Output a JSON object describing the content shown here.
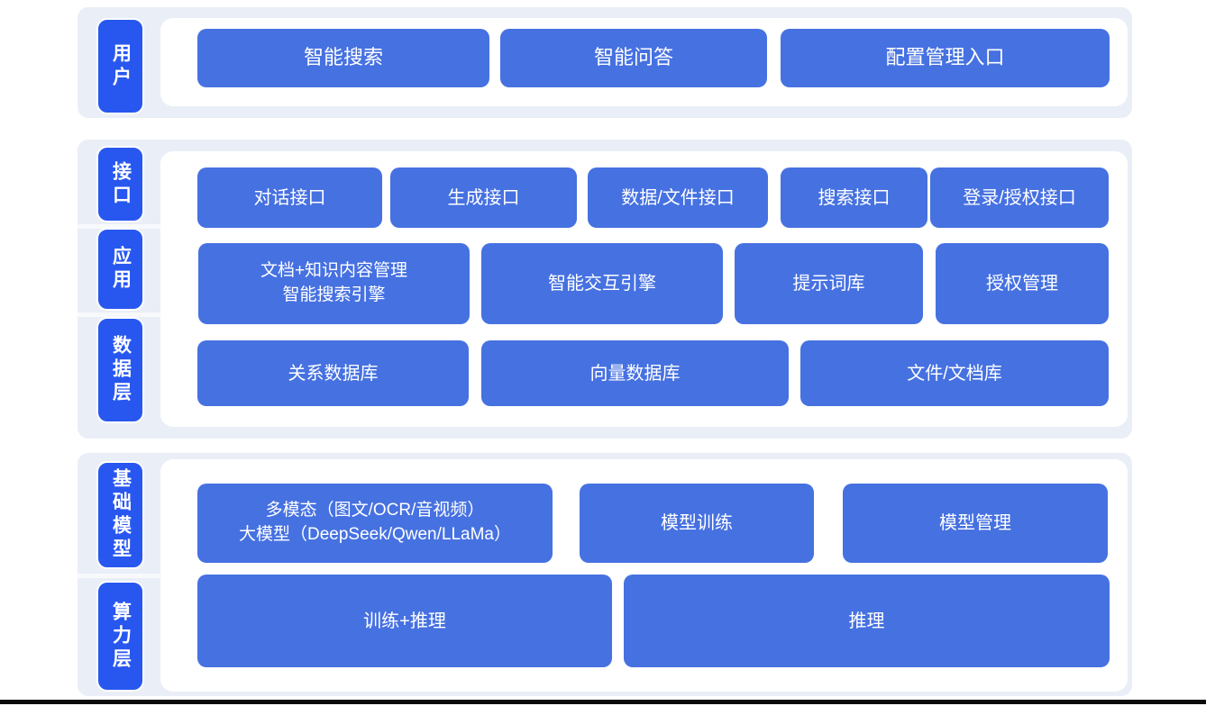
{
  "colors": {
    "tab_blue": "#2857f0",
    "box_blue": "#4671e1",
    "section_bg": "#e9eef7"
  },
  "layers": {
    "user": {
      "label": "用户",
      "smart_search": "智能搜索",
      "smart_qa": "智能问答",
      "config_entry": "配置管理入口"
    },
    "interface": {
      "label": "接口",
      "dialog_api": "对话接口",
      "generation_api": "生成接口",
      "data_file_api": "数据/文件接口",
      "search_api": "搜索接口",
      "login_auth_api": "登录/授权接口"
    },
    "application": {
      "label": "应用",
      "doc_knowledge_search_engine": "文档+知识内容管理\n智能搜索引擎",
      "interaction_engine": "智能交互引擎",
      "prompt_library": "提示词库",
      "auth_management": "授权管理"
    },
    "data_layer": {
      "label": "数据层",
      "relational_db": "关系数据库",
      "vector_db": "向量数据库",
      "file_doc_store": "文件/文档库"
    },
    "foundation_model": {
      "label": "基础模型",
      "multimodal_llm": "多模态（图文/OCR/音视频）\n大模型（DeepSeek/Qwen/LLaMa）",
      "model_training": "模型训练",
      "model_management": "模型管理"
    },
    "compute_layer": {
      "label": "算力层",
      "training_inference": "训练+推理",
      "inference": "推理"
    }
  }
}
